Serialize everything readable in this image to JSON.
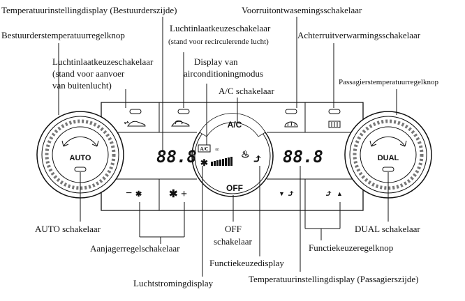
{
  "labels": {
    "temp_display_driver": "Temperatuurinstellingdisplay (Bestuurderszijde)",
    "defrost_switch": "Voorruitontwasemingsschakelaar",
    "driver_temp_knob": "Bestuurderstemperatuurregelknop",
    "intake_recirc_1": "Luchtinlaatkeuzeschakelaar",
    "intake_recirc_2": "(stand voor recirculerende lucht)",
    "rear_defrost_switch": "Achterruitverwarmingsschakelaar",
    "intake_outside_1": "Luchtinlaatkeuzeschakelaar",
    "intake_outside_2": "(stand voor aanvoer",
    "intake_outside_3": "van buitenlucht)",
    "ac_display_1": "Display van",
    "ac_display_2": "airconditioningmodus",
    "ac_switch": "A/C schakelaar",
    "passenger_temp_knob": "Passagierstemperatuurregelknop",
    "auto_switch": "AUTO schakelaar",
    "off_switch_1": "OFF",
    "off_switch_2": "schakelaar",
    "dual_switch": "DUAL schakelaar",
    "fan_control": "Aanjagerregelschakelaar",
    "mode_dial": "Functiekeuzeregelknop",
    "mode_display": "Functiekeuzedisplay",
    "airflow_display": "Luchtstromingdisplay",
    "temp_display_passenger": "Temperatuurinstellingdisplay (Passagierszijde)"
  },
  "panel": {
    "auto": "AUTO",
    "dual": "DUAL",
    "ac": "A/C",
    "off": "OFF",
    "temp_left": "88.8",
    "temp_right": "88.8",
    "ac_indicator": "A/C",
    "fan_minus": "−",
    "fan_plus": "+"
  }
}
